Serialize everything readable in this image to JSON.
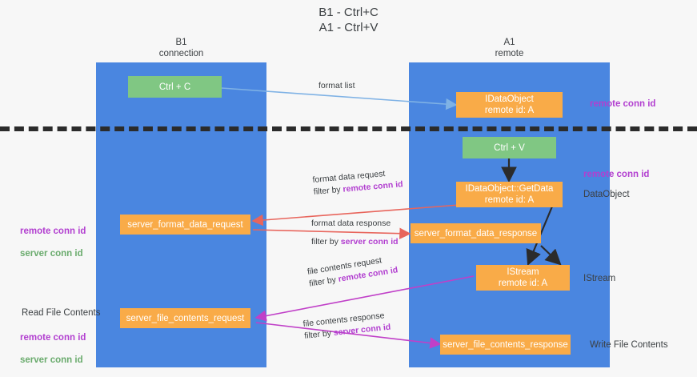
{
  "title": "B1 - Ctrl+C\nA1 - Ctrl+V",
  "lanes": [
    {
      "id": "b1",
      "title": "B1\nconnection"
    },
    {
      "id": "a1",
      "title": "A1\nremote"
    }
  ],
  "nodes": [
    {
      "id": "ctrl-c",
      "label": "Ctrl + C",
      "color": "#80c783"
    },
    {
      "id": "idataobject",
      "label": "IDataObject\nremote id: A",
      "color": "#f9ab48"
    },
    {
      "id": "ctrl-v",
      "label": "Ctrl + V",
      "color": "#80c783"
    },
    {
      "id": "idataobject-getdata",
      "label": "IDataObject::GetData\nremote id: A",
      "color": "#f9ab48"
    },
    {
      "id": "server-format-data-request",
      "label": "server_format_data_request",
      "color": "#f9ab48"
    },
    {
      "id": "server-format-data-response",
      "label": "server_format_data_response",
      "color": "#f9ab48"
    },
    {
      "id": "istream",
      "label": "IStream\nremote id: A",
      "color": "#f9ab48"
    },
    {
      "id": "server-file-contents-request",
      "label": "server_file_contents_request",
      "color": "#f9ab48"
    },
    {
      "id": "server-file-contents-response",
      "label": "server_file_contents_response",
      "color": "#f9ab48"
    }
  ],
  "edges": [
    {
      "id": "format-list",
      "line1": "format list",
      "line2": "",
      "key": "",
      "key_color": "",
      "color": "#7fb2e5"
    },
    {
      "id": "format-data-request",
      "line1": "format data request",
      "line2": "filter by ",
      "key": "remote conn id",
      "key_color": "#b23fd0",
      "color": "#e8655c"
    },
    {
      "id": "format-data-response",
      "line1": "format data response",
      "line2": "filter by ",
      "key": "server conn id",
      "key_color": "#b23fd0",
      "color": "#e8655c"
    },
    {
      "id": "file-contents-request",
      "line1": "file contents request",
      "line2": "filter by ",
      "key": "remote conn id",
      "key_color": "#b23fd0",
      "color": "#c040c8"
    },
    {
      "id": "file-contents-response",
      "line1": "file contents response",
      "line2": "filter by ",
      "key": "server conn id",
      "key_color": "#b23fd0",
      "color": "#c040c8"
    }
  ],
  "captions": {
    "remote_conn_id_top": "remote conn id",
    "remote_conn_id_mid": "remote conn id",
    "dataobject": "DataObject",
    "istream": "IStream",
    "write_file_contents": "Write File Contents",
    "read_file_contents": "Read File Contents",
    "left_keys": {
      "remote": "remote conn id",
      "server": "server conn id"
    },
    "left_keys_bottom": {
      "remote": "remote conn id",
      "server": "server conn id"
    }
  },
  "colors": {
    "lane": "#4a86e0",
    "green_node": "#80c783",
    "orange_node": "#f9ab48",
    "purple_key": "#b23fd0",
    "green_key": "#6aab6d",
    "red_arrow": "#e8655c",
    "magenta_arrow": "#c040c8",
    "blue_arrow": "#7fb2e5",
    "separator": "#2b2b2b",
    "background": "#f7f7f7"
  }
}
